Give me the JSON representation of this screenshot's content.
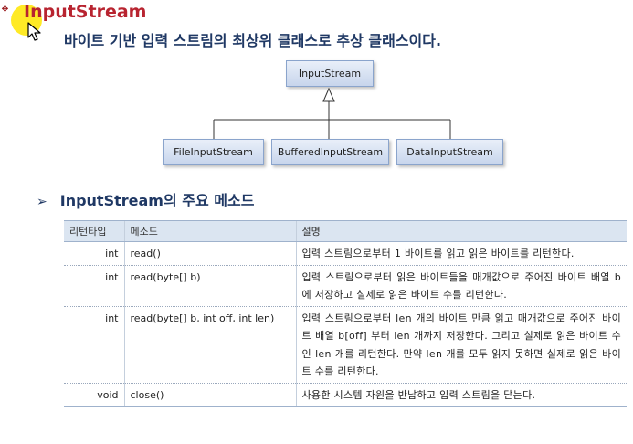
{
  "slide": {
    "title": "InputStream",
    "subtitle": "바이트 기반 입력 스트림의 최상위 클래스로 추상 클래스이다."
  },
  "diagram": {
    "parent": "InputStream",
    "children": [
      "FileInputStream",
      "BufferedInputStream",
      "DataInputStream"
    ]
  },
  "section": {
    "heading": "InputStream의 주요 메소드"
  },
  "table": {
    "headers": [
      "리턴타입",
      "메소드",
      "설명"
    ],
    "rows": [
      {
        "return_type": "int",
        "method": "read()",
        "description": "입력 스트림으로부터 1 바이트를 읽고 읽은 바이트를 리턴한다."
      },
      {
        "return_type": "int",
        "method": "read(byte[] b)",
        "description": "입력 스트림으로부터 읽은 바이트들을 매개값으로 주어진 바이트 배열 b 에 저장하고 실제로 읽은 바이트 수를 리턴한다."
      },
      {
        "return_type": "int",
        "method": "read(byte[] b, int off, int len)",
        "description": "입력 스트림으로부터 len 개의 바이트 만큼 읽고 매개값으로 주어진 바이트 배열 b[off] 부터 len 개까지 저장한다. 그리고 실제로 읽은 바이트 수인 len 개를 리턴한다. 만약 len 개를 모두 읽지 못하면 실제로 읽은 바이트 수를 리턴한다."
      },
      {
        "return_type": "void",
        "method": "close()",
        "description": "사용한 시스템 자원을 반납하고 입력 스트림을 닫는다."
      }
    ]
  },
  "colors": {
    "title": "#b82430",
    "heading": "#1f3864",
    "cursor_highlight": "#ffe600",
    "table_header_bg": "#dbe5f1"
  },
  "icons": {
    "title_bullet": "diamond-bullet-icon",
    "cursor": "mouse-pointer-icon",
    "section_bullet": "arrow-bullet-icon"
  }
}
